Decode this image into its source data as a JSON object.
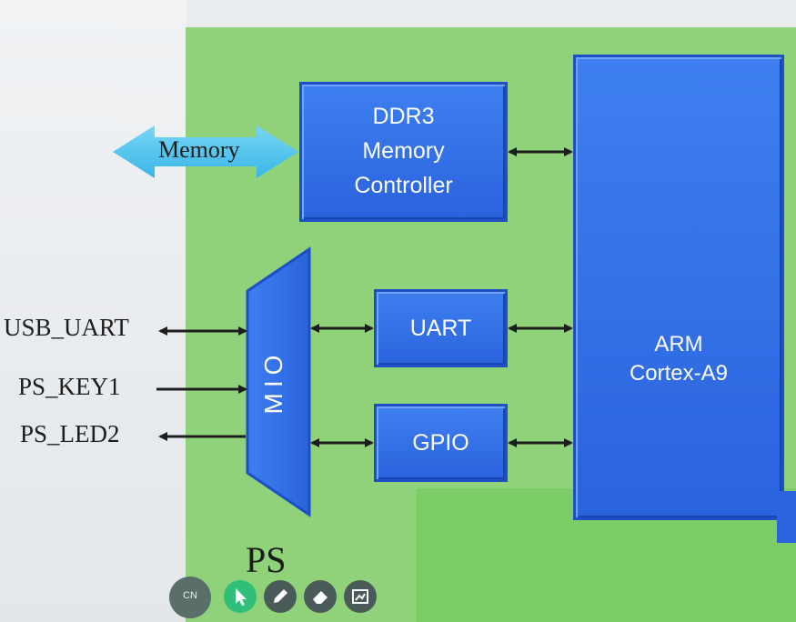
{
  "diagram": {
    "region_label": "PS",
    "ddr3_lines": [
      "DDR3",
      "Memory",
      "Controller"
    ],
    "memory_label": "Memory",
    "mio_label": "MIO",
    "uart_label": "UART",
    "gpio_label": "GPIO",
    "arm_lines": [
      "ARM",
      "Cortex-A9"
    ],
    "external_signals": [
      "USB_UART",
      "PS_KEY1",
      "PS_LED2"
    ]
  },
  "toolbar": {
    "lang_badge": "CN",
    "tools": [
      "lang-icon",
      "pointer-icon",
      "pen-icon",
      "eraser-icon",
      "screen-icon"
    ]
  },
  "colors": {
    "ps_region": "#8fd27a",
    "block_fill": "#2f6de6",
    "arrow_cyan": "#4fc3ef",
    "connector": "#1e1e1e"
  }
}
